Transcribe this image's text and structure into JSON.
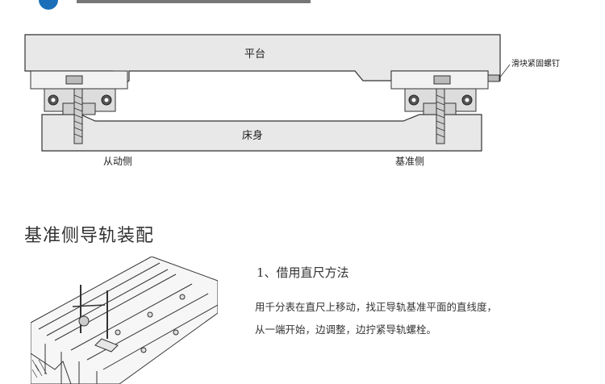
{
  "top_diagram": {
    "platform_label": "平台",
    "bed_label": "床身",
    "screw_callout": "滑块紧固螺钉",
    "left_side_label": "从动侧",
    "right_side_label": "基准侧"
  },
  "section": {
    "title": "基准侧导轨装配"
  },
  "method": {
    "title": "1、借用直尺方法",
    "lines": [
      "用千分表在直尺上移动，找正导轨基准平面的直线度，",
      "从一端开始，边调整，边拧紧导轨螺栓。"
    ]
  },
  "colors": {
    "block_fill": "#e6e6e6",
    "outline": "#333333"
  }
}
